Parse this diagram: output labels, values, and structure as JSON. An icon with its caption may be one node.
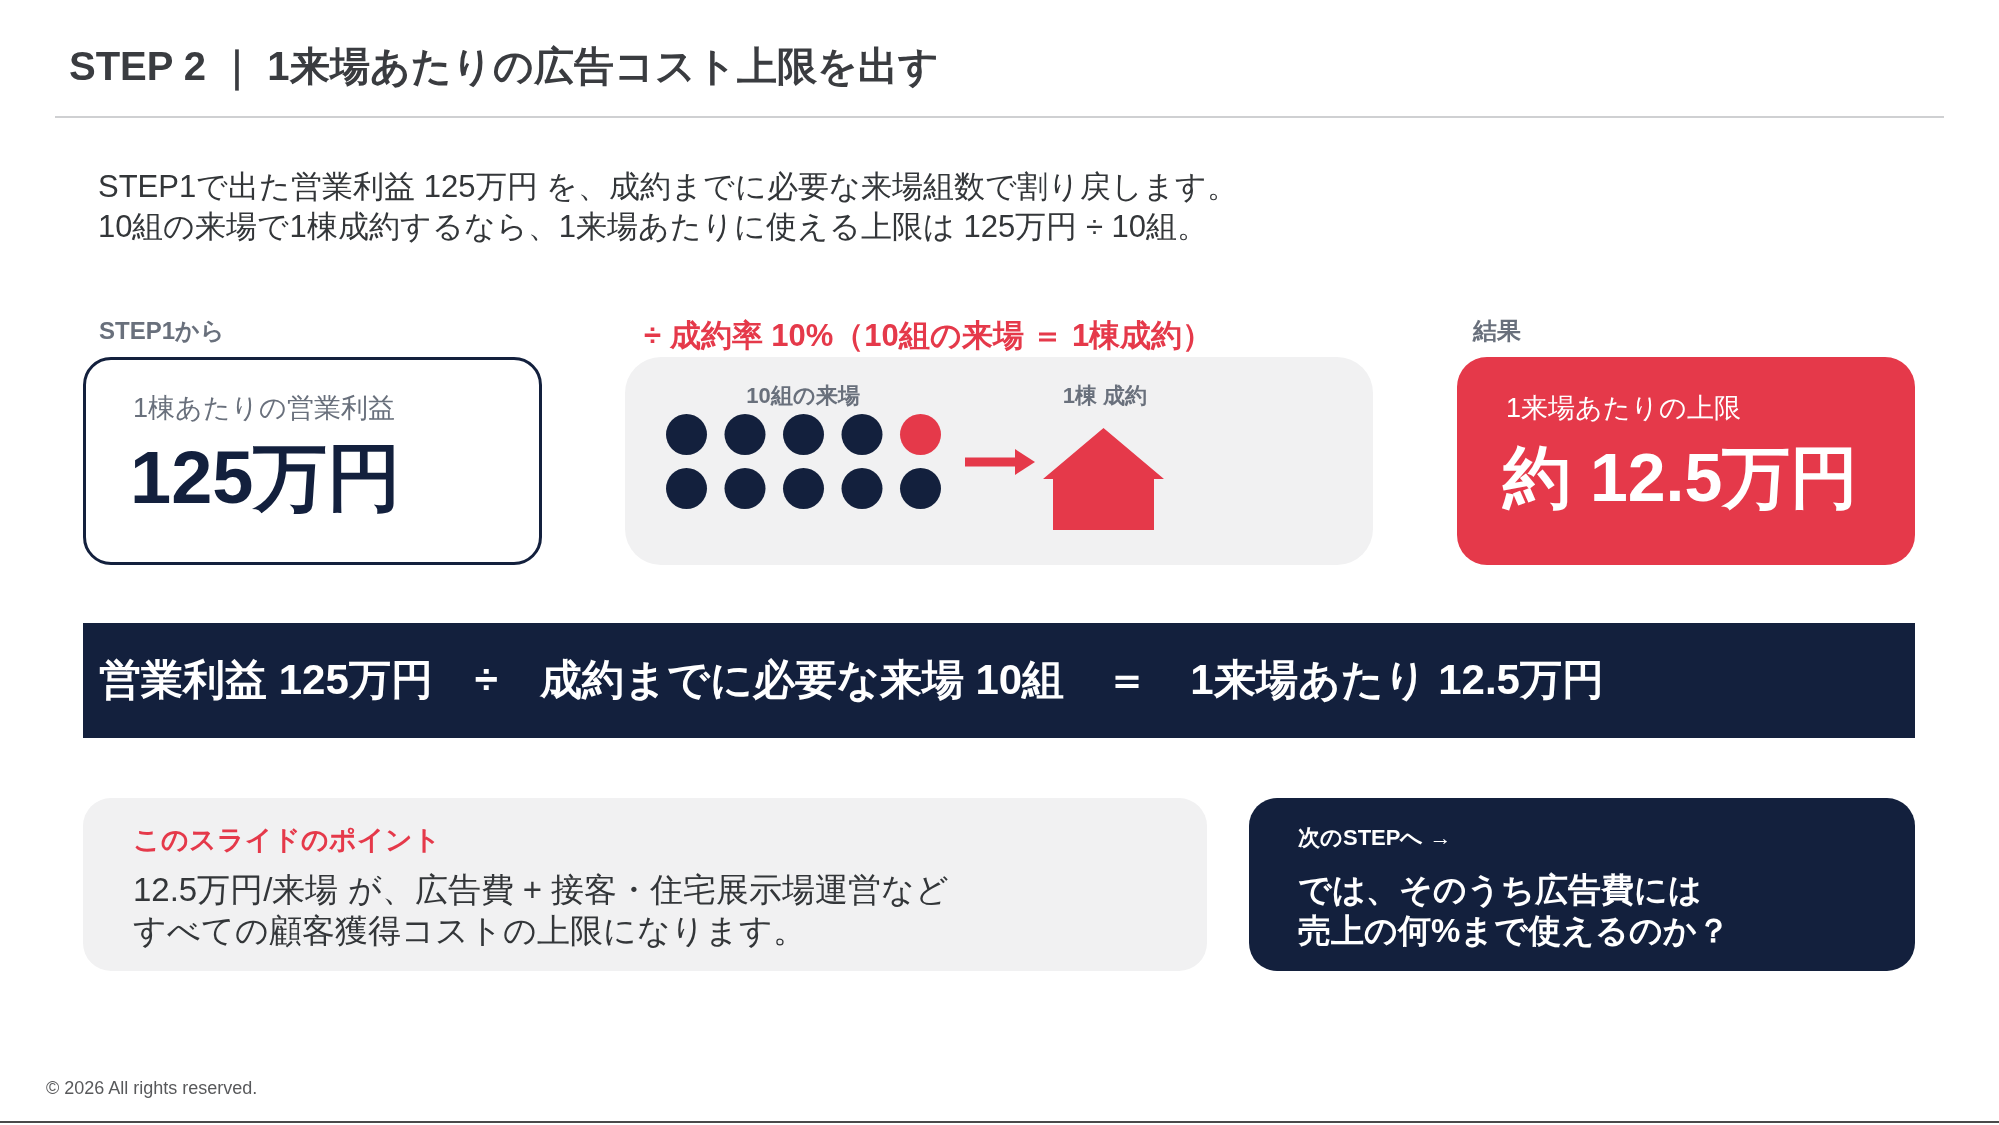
{
  "diagram": {
    "title": "STEP 2 ｜ 1来場あたりの広告コスト上限を出す",
    "nodes": [
      {
        "text": [
          "STEP1から",
          "1棟あたりの営業利益",
          "125万円"
        ]
      },
      {
        "text": [
          "÷ 成約率 10%（10組の来場 ＝ 1棟成約）"
        ]
      },
      {
        "text": [
          "10組の来場"
        ],
        "in": 1
      },
      {
        "text": [
          "1棟 成約"
        ],
        "in": 1
      },
      {
        "text": [
          "結果",
          "1来場あたりの上限",
          "約 12.5万円"
        ]
      },
      {
        "text": [
          "営業利益 125万円　÷　成約までに必要な来場 10組　＝　1来場あたり 12.5万円"
        ]
      },
      {
        "text": [
          "このスライドのポイント",
          "12.5万円/来場 が、広告費 + 接客・住宅展示場運営などすべての顧客獲得コストの上限になります。"
        ]
      },
      {
        "text": [
          "次のSTEPへ →",
          "では、そのうち広告費には売上の何%まで使えるのか？"
        ]
      }
    ],
    "edges": [
      {
        "from": 2,
        "to": 3,
        "arrow": "to"
      }
    ],
    "labels": [
      "STEP1で出た営業利益 125万円 を、成約までに必要な来場組数で割り戻します。",
      "10組の来場で1棟成約するなら、1来場あたりに使える上限は 125万円 ÷ 10組。",
      "© 2026 All rights reserved."
    ]
  }
}
